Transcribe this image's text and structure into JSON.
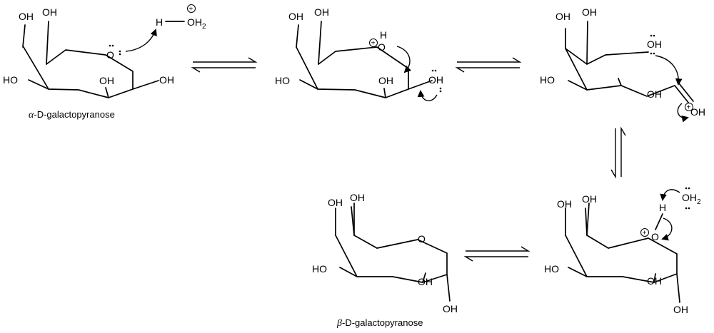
{
  "labels": {
    "oh": "OH",
    "ho": "HO",
    "o": "O",
    "h": "H",
    "oh2": "OH",
    "oh2_sub": "2",
    "plus": "+"
  },
  "names": {
    "alpha_greek": "α",
    "alpha_rest": "-D-galactopyranose",
    "beta_greek": "β",
    "beta_rest": "-D-galactopyranose"
  }
}
